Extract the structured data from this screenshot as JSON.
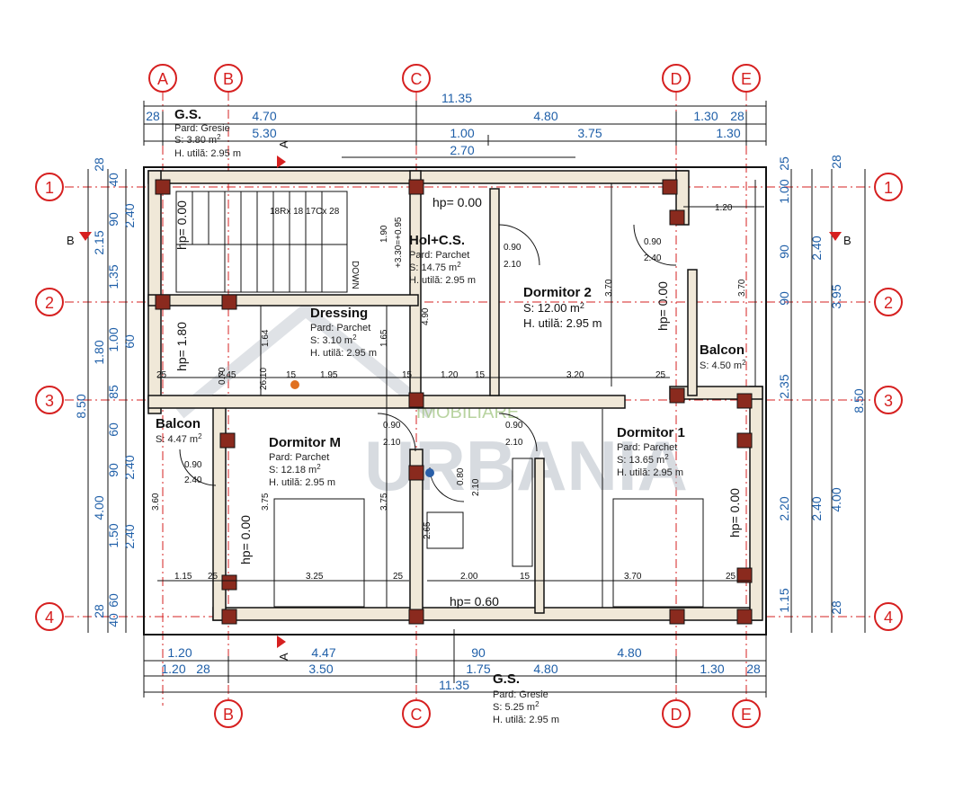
{
  "axes_letters": [
    "A",
    "B",
    "C",
    "D",
    "E"
  ],
  "axes_numbers": [
    "1",
    "2",
    "3",
    "4"
  ],
  "dims_top": {
    "total": "11.35",
    "row1": [
      "28",
      "4.70",
      "4.80",
      "1.30",
      "28"
    ],
    "row2": [
      "5.30",
      "1.00",
      "3.75",
      "1.30"
    ],
    "row3": [
      "2.70"
    ]
  },
  "dims_bottom": {
    "row1": [
      "1.20",
      "4.47",
      "90",
      "4.80"
    ],
    "row2": [
      "1.20",
      "28",
      "3.50",
      "1.75",
      "4.80",
      "1.30",
      "28"
    ],
    "total": "11.35"
  },
  "dims_left": {
    "outer": [
      "8.50"
    ],
    "mid": [
      "28",
      "2.15",
      "1.80",
      "4.00",
      "28"
    ],
    "inner": [
      "40",
      "90",
      "1.35",
      "1.00",
      "85",
      "60",
      "90",
      "1.50",
      "60",
      "40"
    ],
    "inner2": [
      "2.40",
      "60",
      "2.40",
      "2.40"
    ]
  },
  "dims_right": {
    "outer": [
      "28",
      "3.95",
      "8.50",
      "4.00",
      "28"
    ],
    "mid": [
      "2.40",
      "2.40"
    ],
    "inner": [
      "25",
      "1.00",
      "90",
      "90",
      "2.35",
      "2.20",
      "1.15"
    ]
  },
  "section_marks": {
    "a": "A",
    "b": "B"
  },
  "rooms": [
    {
      "name": "G.S.",
      "pard": "Pard: Gresie",
      "area_prefix": "S: 3.80 m",
      "sup": "2",
      "height": "H. utilă: 2.95 m"
    },
    {
      "name": "Hol+C.S.",
      "pard": "Pard: Parchet",
      "area_prefix": "S: 14.75 m",
      "sup": "2",
      "height": "H. utilă: 2.95 m"
    },
    {
      "name": "Dressing",
      "pard": "Pard: Parchet",
      "area_prefix": "S: 3.10 m",
      "sup": "2",
      "height": "H. utilă: 2.95 m"
    },
    {
      "name": "Dormitor 2",
      "area_prefix": "S: 12.00 m",
      "sup": "2",
      "height": "H. utilă: 2.95 m"
    },
    {
      "name": "Balcon",
      "area_prefix": "S: 4.50 m",
      "sup": "2"
    },
    {
      "name": "Balcon",
      "area_prefix": "S: 4.47 m",
      "sup": "2"
    },
    {
      "name": "Dormitor M",
      "pard": "Pard: Parchet",
      "area_prefix": "S: 12.18 m",
      "sup": "2",
      "height": "H. utilă: 2.95 m"
    },
    {
      "name": "Dormitor 1",
      "pard": "Pard: Parchet",
      "area_prefix": "S: 13.65 m",
      "sup": "2",
      "height": "H. utilă: 2.95 m"
    },
    {
      "name": "G.S.",
      "pard": "Pard: Gresie",
      "area_prefix": "S: 5.25 m",
      "sup": "2",
      "height": "H. utilă: 2.95 m"
    }
  ],
  "hp_labels": [
    "hp= 0.00",
    "hp= 0.00",
    "hp= 1.80",
    "hp= 0.00",
    "hp= 0.00",
    "hp= 0.00",
    "hp= 0.60"
  ],
  "level_mark": "+3.30=+0.95",
  "stair_down": "DOWN",
  "stair_note": "18Rx 18 17Cx 28",
  "door_dims": [
    "0.90",
    "2.10",
    "0.90",
    "2.40",
    "0.90",
    "2.10",
    "0.90",
    "2.10",
    "0.90",
    "2.40",
    "0.80",
    "2.10"
  ],
  "inner_dims": [
    "2.45",
    "1.95",
    "15",
    "1.20",
    "15",
    "3.20",
    "25",
    "25",
    "1.15",
    "25",
    "3.25",
    "25",
    "2.00",
    "15",
    "3.70",
    "25",
    "1.20",
    "1.90",
    "4.90",
    "3.70",
    "3.70",
    "3.75",
    "3.75",
    "3.60",
    "2.65",
    "1.64",
    "1.65",
    "0.70",
    "15",
    "26.10"
  ],
  "watermark": {
    "brand": "URBANIA",
    "sub": "IMOBILIARE"
  },
  "colors": {
    "axis": "#d62020",
    "dims": "#1f5fa8",
    "column": "#8a2a1e",
    "wall": "#f0e8d8"
  }
}
